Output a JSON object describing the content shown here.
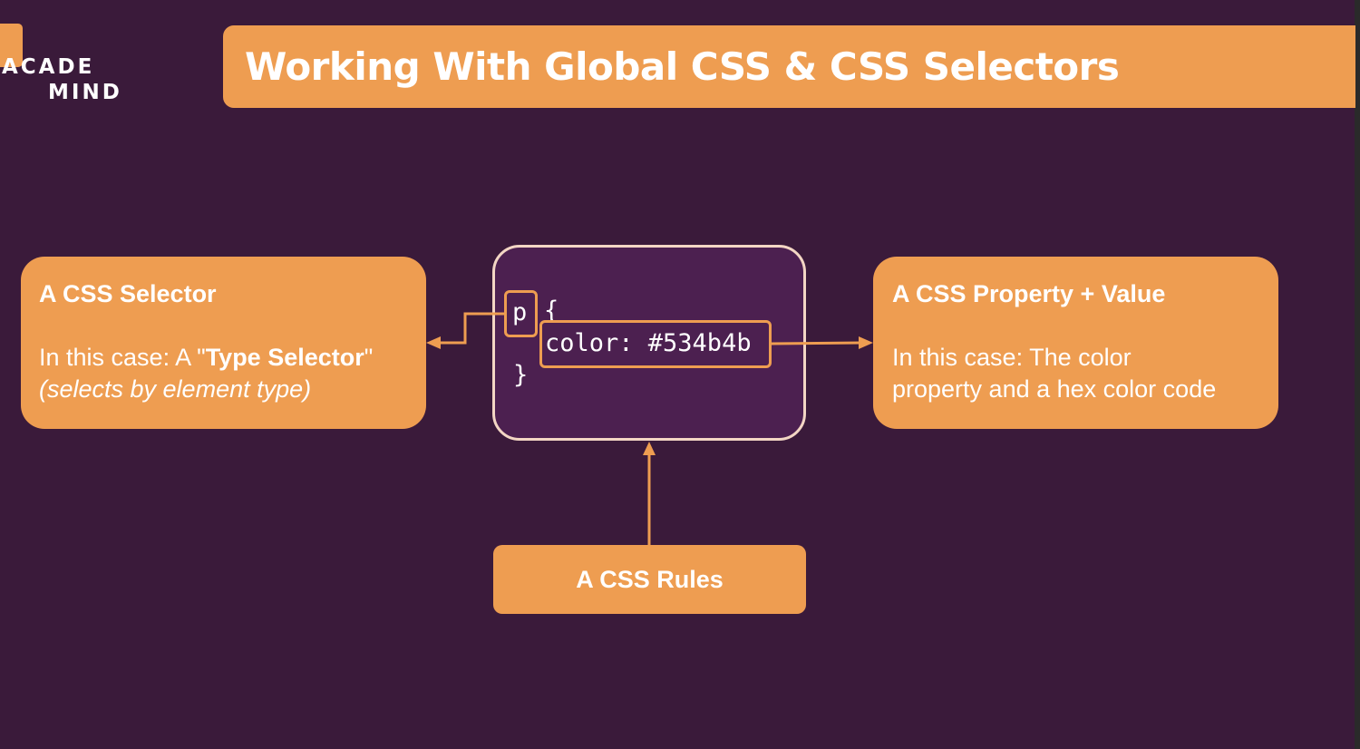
{
  "logo": {
    "line1": "ACADE",
    "line2": "MIND"
  },
  "title": "Working With Global CSS & CSS Selectors",
  "selector_card": {
    "title": "A CSS Selector",
    "body_prefix": "In this case: A \"",
    "body_bold": "Type Selector",
    "body_suffix": "\"",
    "body_italic": "(selects by element type)"
  },
  "code": {
    "selector": "p",
    "open_brace": "{",
    "declaration": "color: #534b4b",
    "close_brace": "}"
  },
  "property_card": {
    "title": "A CSS Property + Value",
    "body_line1": "In this case: The color",
    "body_line2": "property and a hex color code"
  },
  "rules_label": "A CSS Rules",
  "colors": {
    "background": "#3a1a3a",
    "accent": "#ee9d51",
    "code_bg": "#4c2050",
    "code_border": "#f3d6c4"
  }
}
